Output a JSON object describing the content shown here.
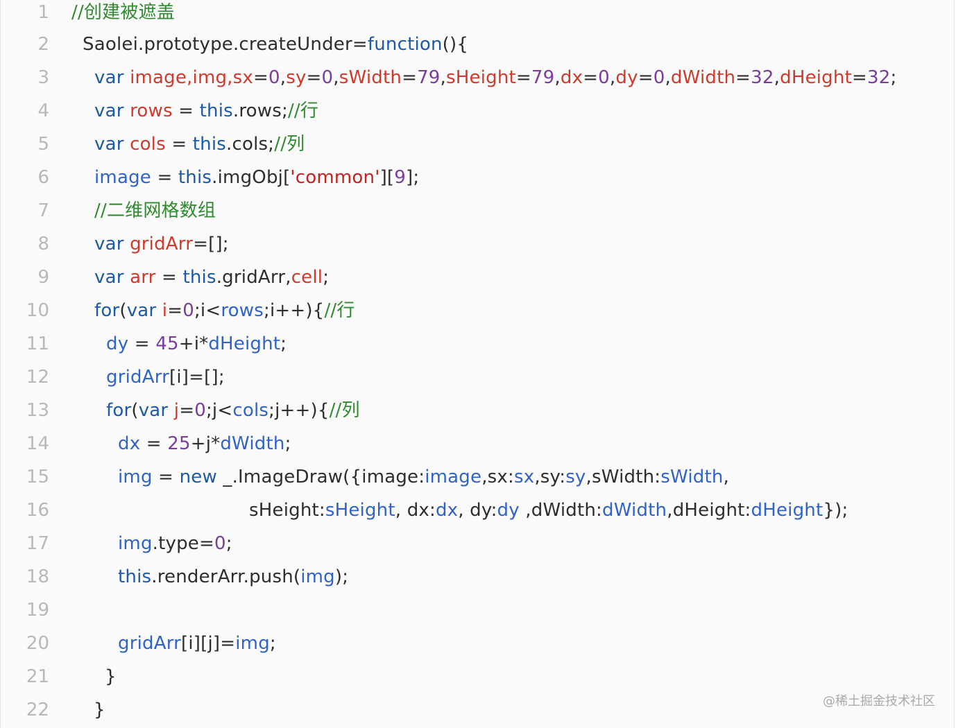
{
  "palette": {
    "background": "#fafafa",
    "line_number": "#b8b8b8",
    "comment": "#2e8b2e",
    "default_text": "#2d2d2d",
    "keyword": "#1c5aa8",
    "variable": "#d0392b",
    "number": "#7a3d9c",
    "string": "#c42222",
    "property": "#2f63c9",
    "watermark": "#a9a9a9"
  },
  "code": {
    "lines": [
      {
        "number": "1",
        "tokens": [
          {
            "text": "//创建被遮盖",
            "type": "comment"
          }
        ]
      },
      {
        "number": "2",
        "tokens": [
          {
            "text": "Saolei.prototype.createUnder=",
            "type": "default"
          },
          {
            "text": "function",
            "type": "keyword"
          },
          {
            "text": "(){",
            "type": "default"
          }
        ]
      },
      {
        "number": "3",
        "tokens": [
          {
            "text": "var ",
            "type": "keyword"
          },
          {
            "text": "image,img,sx",
            "type": "var"
          },
          {
            "text": "=",
            "type": "default"
          },
          {
            "text": "0",
            "type": "number"
          },
          {
            "text": ",",
            "type": "default"
          },
          {
            "text": "sy",
            "type": "var"
          },
          {
            "text": "=",
            "type": "default"
          },
          {
            "text": "0",
            "type": "number"
          },
          {
            "text": ",",
            "type": "default"
          },
          {
            "text": "sWidth",
            "type": "var"
          },
          {
            "text": "=",
            "type": "default"
          },
          {
            "text": "79",
            "type": "number"
          },
          {
            "text": ",",
            "type": "default"
          },
          {
            "text": "sHeight",
            "type": "var"
          },
          {
            "text": "=",
            "type": "default"
          },
          {
            "text": "79",
            "type": "number"
          },
          {
            "text": ",",
            "type": "default"
          },
          {
            "text": "dx",
            "type": "var"
          },
          {
            "text": "=",
            "type": "default"
          },
          {
            "text": "0",
            "type": "number"
          },
          {
            "text": ",",
            "type": "default"
          },
          {
            "text": "dy",
            "type": "var"
          },
          {
            "text": "=",
            "type": "default"
          },
          {
            "text": "0",
            "type": "number"
          },
          {
            "text": ",",
            "type": "default"
          },
          {
            "text": "dWidth",
            "type": "var"
          },
          {
            "text": "=",
            "type": "default"
          },
          {
            "text": "32",
            "type": "number"
          },
          {
            "text": ",",
            "type": "default"
          },
          {
            "text": "dHeight",
            "type": "var"
          },
          {
            "text": "=",
            "type": "default"
          },
          {
            "text": "32",
            "type": "number"
          },
          {
            "text": ";",
            "type": "default"
          }
        ]
      },
      {
        "number": "4",
        "tokens": [
          {
            "text": "var ",
            "type": "keyword"
          },
          {
            "text": "rows",
            "type": "var"
          },
          {
            "text": " = ",
            "type": "default"
          },
          {
            "text": "this",
            "type": "keyword"
          },
          {
            "text": ".rows;",
            "type": "default"
          },
          {
            "text": "//行",
            "type": "comment"
          }
        ]
      },
      {
        "number": "5",
        "tokens": [
          {
            "text": "var ",
            "type": "keyword"
          },
          {
            "text": "cols",
            "type": "var"
          },
          {
            "text": " = ",
            "type": "default"
          },
          {
            "text": "this",
            "type": "keyword"
          },
          {
            "text": ".cols;",
            "type": "default"
          },
          {
            "text": "//列",
            "type": "comment"
          }
        ]
      },
      {
        "number": "6",
        "tokens": [
          {
            "text": "image",
            "type": "prop"
          },
          {
            "text": " = ",
            "type": "default"
          },
          {
            "text": "this",
            "type": "keyword"
          },
          {
            "text": ".imgObj[",
            "type": "default"
          },
          {
            "text": "'common'",
            "type": "string"
          },
          {
            "text": "][",
            "type": "default"
          },
          {
            "text": "9",
            "type": "number"
          },
          {
            "text": "];",
            "type": "default"
          }
        ]
      },
      {
        "number": "7",
        "tokens": [
          {
            "text": "//二维网格数组",
            "type": "comment"
          }
        ]
      },
      {
        "number": "8",
        "tokens": [
          {
            "text": "var ",
            "type": "keyword"
          },
          {
            "text": "gridArr",
            "type": "var"
          },
          {
            "text": "=[];",
            "type": "default"
          }
        ]
      },
      {
        "number": "9",
        "tokens": [
          {
            "text": "var ",
            "type": "keyword"
          },
          {
            "text": "arr",
            "type": "var"
          },
          {
            "text": " = ",
            "type": "default"
          },
          {
            "text": "this",
            "type": "keyword"
          },
          {
            "text": ".gridArr,",
            "type": "default"
          },
          {
            "text": "cell",
            "type": "var"
          },
          {
            "text": ";",
            "type": "default"
          }
        ]
      },
      {
        "number": "10",
        "tokens": [
          {
            "text": "for",
            "type": "keyword"
          },
          {
            "text": "(",
            "type": "default"
          },
          {
            "text": "var ",
            "type": "keyword"
          },
          {
            "text": "i",
            "type": "var"
          },
          {
            "text": "=",
            "type": "default"
          },
          {
            "text": "0",
            "type": "number"
          },
          {
            "text": ";i<",
            "type": "default"
          },
          {
            "text": "rows",
            "type": "prop"
          },
          {
            "text": ";i++){",
            "type": "default"
          },
          {
            "text": "//行",
            "type": "comment"
          }
        ]
      },
      {
        "number": "11",
        "tokens": [
          {
            "text": "dy",
            "type": "prop"
          },
          {
            "text": " = ",
            "type": "default"
          },
          {
            "text": "45",
            "type": "number"
          },
          {
            "text": "+i*",
            "type": "default"
          },
          {
            "text": "dHeight",
            "type": "prop"
          },
          {
            "text": ";",
            "type": "default"
          }
        ]
      },
      {
        "number": "12",
        "tokens": [
          {
            "text": "gridArr",
            "type": "prop"
          },
          {
            "text": "[i]=[];",
            "type": "default"
          }
        ]
      },
      {
        "number": "13",
        "tokens": [
          {
            "text": "for",
            "type": "keyword"
          },
          {
            "text": "(",
            "type": "default"
          },
          {
            "text": "var ",
            "type": "keyword"
          },
          {
            "text": "j",
            "type": "var"
          },
          {
            "text": "=",
            "type": "default"
          },
          {
            "text": "0",
            "type": "number"
          },
          {
            "text": ";j<",
            "type": "default"
          },
          {
            "text": "cols",
            "type": "prop"
          },
          {
            "text": ";j++){",
            "type": "default"
          },
          {
            "text": "//列",
            "type": "comment"
          }
        ]
      },
      {
        "number": "14",
        "tokens": [
          {
            "text": "dx",
            "type": "prop"
          },
          {
            "text": " = ",
            "type": "default"
          },
          {
            "text": "25",
            "type": "number"
          },
          {
            "text": "+j*",
            "type": "default"
          },
          {
            "text": "dWidth",
            "type": "prop"
          },
          {
            "text": ";",
            "type": "default"
          }
        ]
      },
      {
        "number": "15",
        "tokens": [
          {
            "text": "img",
            "type": "prop"
          },
          {
            "text": " = ",
            "type": "default"
          },
          {
            "text": "new",
            "type": "keyword"
          },
          {
            "text": " _.ImageDraw({image:",
            "type": "default"
          },
          {
            "text": "image",
            "type": "prop"
          },
          {
            "text": ",sx:",
            "type": "default"
          },
          {
            "text": "sx",
            "type": "prop"
          },
          {
            "text": ",sy:",
            "type": "default"
          },
          {
            "text": "sy",
            "type": "prop"
          },
          {
            "text": ",sWidth:",
            "type": "default"
          },
          {
            "text": "sWidth",
            "type": "prop"
          },
          {
            "text": ",",
            "type": "default"
          }
        ]
      },
      {
        "number": "16",
        "tokens": [
          {
            "text": "sHeight:",
            "type": "default"
          },
          {
            "text": "sHeight",
            "type": "prop"
          },
          {
            "text": ", dx:",
            "type": "default"
          },
          {
            "text": "dx",
            "type": "prop"
          },
          {
            "text": ", dy:",
            "type": "default"
          },
          {
            "text": "dy",
            "type": "prop"
          },
          {
            "text": " ,dWidth:",
            "type": "default"
          },
          {
            "text": "dWidth",
            "type": "prop"
          },
          {
            "text": ",dHeight:",
            "type": "default"
          },
          {
            "text": "dHeight",
            "type": "prop"
          },
          {
            "text": "});",
            "type": "default"
          }
        ]
      },
      {
        "number": "17",
        "tokens": [
          {
            "text": "img",
            "type": "prop"
          },
          {
            "text": ".type=",
            "type": "default"
          },
          {
            "text": "0",
            "type": "number"
          },
          {
            "text": ";",
            "type": "default"
          }
        ]
      },
      {
        "number": "18",
        "tokens": [
          {
            "text": "this",
            "type": "keyword"
          },
          {
            "text": ".renderArr.push(",
            "type": "default"
          },
          {
            "text": "img",
            "type": "prop"
          },
          {
            "text": ");",
            "type": "default"
          }
        ]
      },
      {
        "number": "19",
        "tokens": []
      },
      {
        "number": "20",
        "tokens": [
          {
            "text": "gridArr",
            "type": "prop"
          },
          {
            "text": "[i][j]=",
            "type": "default"
          },
          {
            "text": "img",
            "type": "prop"
          },
          {
            "text": ";",
            "type": "default"
          }
        ]
      },
      {
        "number": "21",
        "tokens": [
          {
            "text": "}",
            "type": "default"
          }
        ]
      },
      {
        "number": "22",
        "tokens": [
          {
            "text": "}",
            "type": "default"
          }
        ]
      }
    ]
  },
  "watermark": {
    "text": "@稀土掘金技术社区"
  }
}
